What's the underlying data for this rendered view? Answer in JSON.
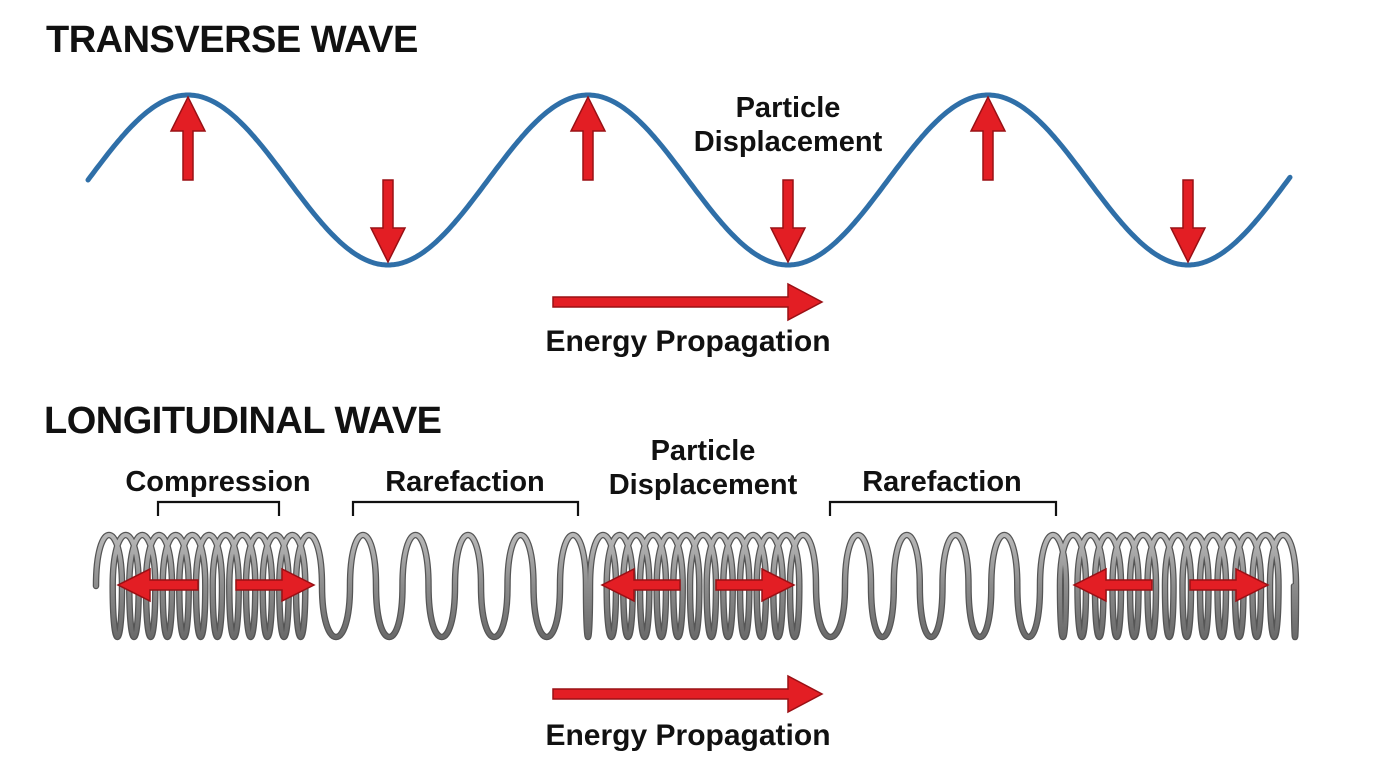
{
  "colors": {
    "wave": "#2f6fa8",
    "arrow": "#e31e24",
    "arrow_stroke": "#9a1015",
    "coil": "#8a8a8a",
    "coil_dark": "#555555",
    "text": "#111111",
    "bracket": "#111111"
  },
  "transverse": {
    "title": "TRANSVERSE WAVE",
    "displacement_line1": "Particle",
    "displacement_line2": "Displacement",
    "energy_label": "Energy Propagation"
  },
  "longitudinal": {
    "title": "LONGITUDINAL WAVE",
    "compression_label": "Compression",
    "rarefaction_label_1": "Rarefaction",
    "rarefaction_label_2": "Rarefaction",
    "displacement_line1": "Particle",
    "displacement_line2": "Displacement",
    "energy_label": "Energy Propagation"
  }
}
